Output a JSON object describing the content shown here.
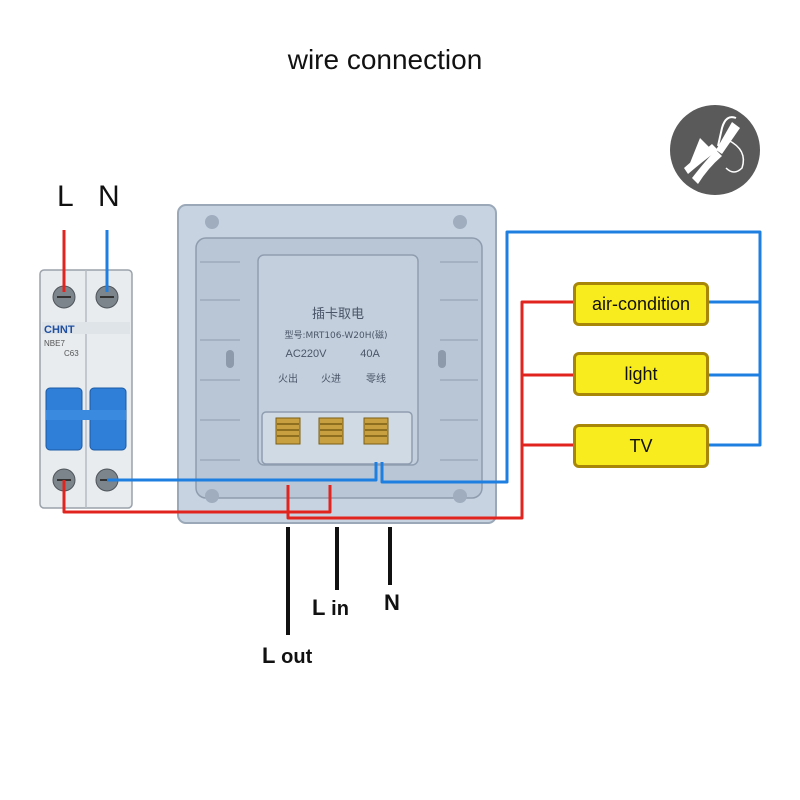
{
  "title": "wire connection",
  "breaker": {
    "label_l": "L",
    "label_n": "N",
    "brand": "CHNT",
    "model": "NBE7",
    "rating": "C63"
  },
  "switch": {
    "name_cn": "插卡取电",
    "model_line": "型号:MRT106-W20H(磁)",
    "voltage": "AC220V",
    "current": "40A",
    "term1": "火出",
    "term2": "火进",
    "term3": "零线"
  },
  "loads": [
    "air-condition",
    "light",
    "TV"
  ],
  "terminals": {
    "l_out": "L",
    "l_out_sub": "out",
    "l_in": "L",
    "l_in_sub": "in",
    "n": "N"
  },
  "colors": {
    "live": "#e2241f",
    "neutral": "#1f7fe0",
    "load_fill": "#f8ec1e",
    "load_border": "#a88608",
    "panel": "#c6d2e0"
  },
  "icons": [
    "pliers-icon"
  ]
}
